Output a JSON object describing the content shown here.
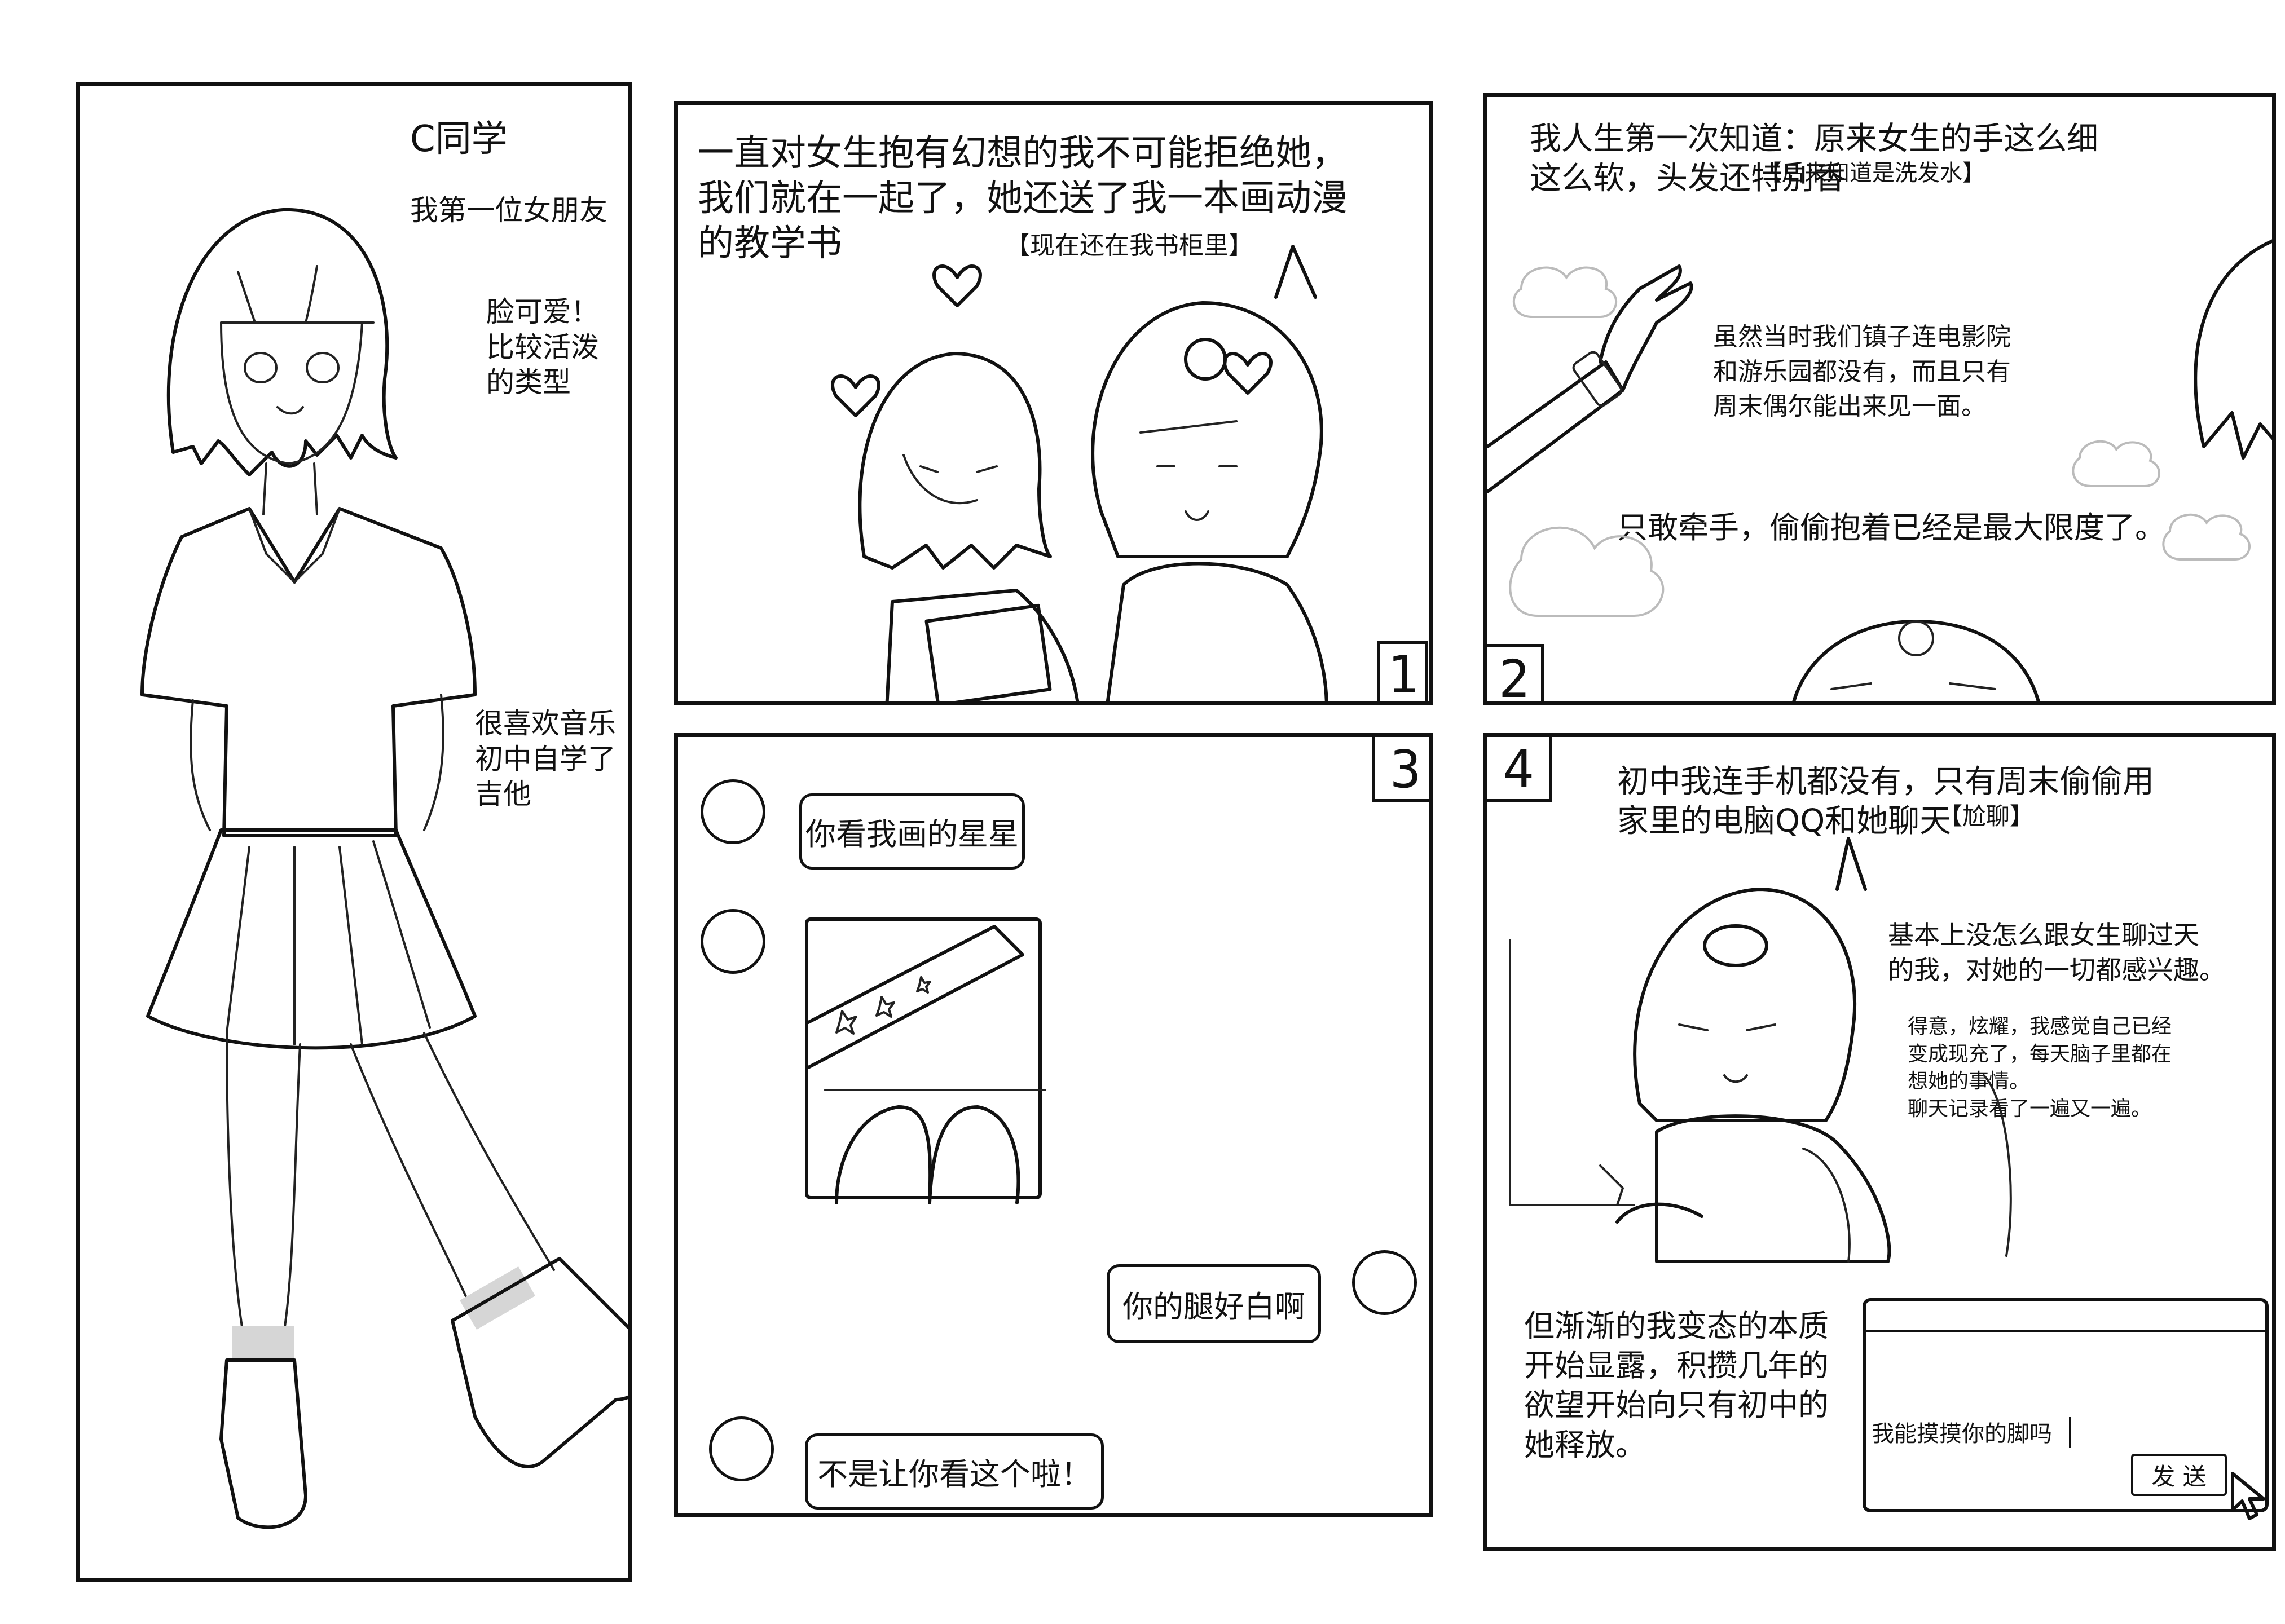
{
  "left_panel": {
    "title": "C同学",
    "caption_1": "我第一位女朋友",
    "caption_2": "脸可爱！\n比较活泼\n的类型",
    "caption_3": "很喜欢音乐\n初中自学了\n吉他"
  },
  "panel_1": {
    "number": "1",
    "text": "一直对女生抱有幻想的我不可能拒绝她，\n我们就在一起了，她还送了我一本画动漫\n的教学书",
    "text_note": "【现在还在我书柜里】"
  },
  "panel_2": {
    "number": "2",
    "text_1": "我人生第一次知道：原来女生的手这么细\n这么软，头发还特别香",
    "text_1_note": "【后来知道是洗发水】",
    "text_2": "虽然当时我们镇子连电影院\n和游乐园都没有，而且只有\n周末偶尔能出来见一面。",
    "text_3": "只敢牵手，偷偷抱着已经是最大限度了。"
  },
  "panel_3": {
    "number": "3",
    "chat_1": "你看我画的星星",
    "chat_2": "你的腿好白啊",
    "chat_3": "不是让你看这个啦！"
  },
  "panel_4": {
    "number": "4",
    "text_1": "初中我连手机都没有，只有周末偷偷用\n家里的电脑QQ和她聊天",
    "text_1_note": "【尬聊】",
    "text_2": "基本上没怎么跟女生聊过天\n的我，对她的一切都感兴趣。",
    "text_3": "得意，炫耀，我感觉自己已经\n变成现充了，每天脑子里都在\n想她的事情。\n聊天记录看了一遍又一遍。",
    "text_4": "但渐渐的我变态的本质\n开始显露，积攒几年的\n欲望开始向只有初中的\n她释放。",
    "chat_input": "我能摸摸你的脚吗",
    "send_label": "发 送"
  }
}
